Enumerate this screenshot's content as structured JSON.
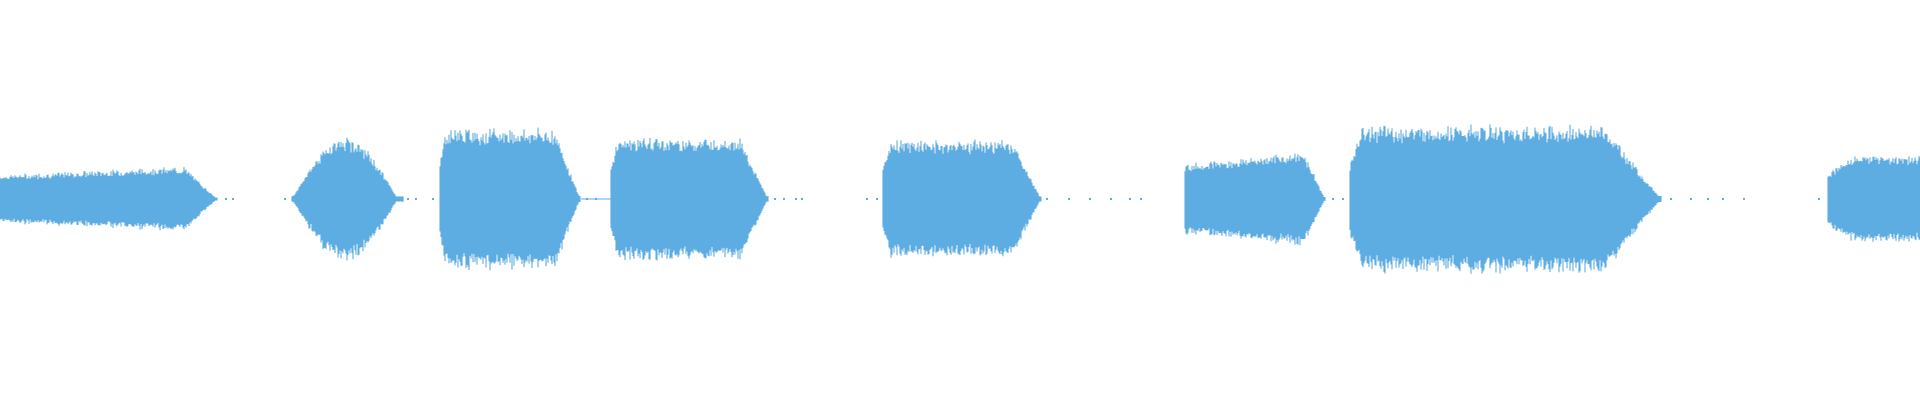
{
  "waveform": {
    "color": "#5dade2",
    "background": "#ffffff",
    "amplitude_range": [
      -1,
      1
    ],
    "segments": [
      {
        "start": 0.0,
        "end": 0.113,
        "amplitude": 0.22,
        "shape": "rise-fall-late",
        "kind": "sound"
      },
      {
        "start": 0.152,
        "end": 0.21,
        "amplitude": 0.42,
        "shape": "bump",
        "kind": "sound"
      },
      {
        "start": 0.229,
        "end": 0.302,
        "amplitude": 0.48,
        "shape": "plateau-fade",
        "kind": "sound"
      },
      {
        "start": 0.318,
        "end": 0.4,
        "amplitude": 0.42,
        "shape": "plateau-fade",
        "kind": "sound"
      },
      {
        "start": 0.46,
        "end": 0.542,
        "amplitude": 0.4,
        "shape": "plateau-fade",
        "kind": "sound"
      },
      {
        "start": 0.617,
        "end": 0.69,
        "amplitude": 0.32,
        "shape": "rise-fall-late",
        "kind": "sound"
      },
      {
        "start": 0.703,
        "end": 0.865,
        "amplitude": 0.5,
        "shape": "plateau-fade",
        "kind": "sound"
      },
      {
        "start": 0.952,
        "end": 1.0,
        "amplitude": 0.3,
        "shape": "rise",
        "kind": "sound"
      }
    ],
    "noise_dots": [
      0.117,
      0.121,
      0.148,
      0.212,
      0.216,
      0.225,
      0.305,
      0.31,
      0.403,
      0.408,
      0.414,
      0.417,
      0.451,
      0.456,
      0.545,
      0.556,
      0.567,
      0.578,
      0.588,
      0.594,
      0.694,
      0.699,
      0.87,
      0.88,
      0.889,
      0.897,
      0.908,
      0.947
    ]
  }
}
